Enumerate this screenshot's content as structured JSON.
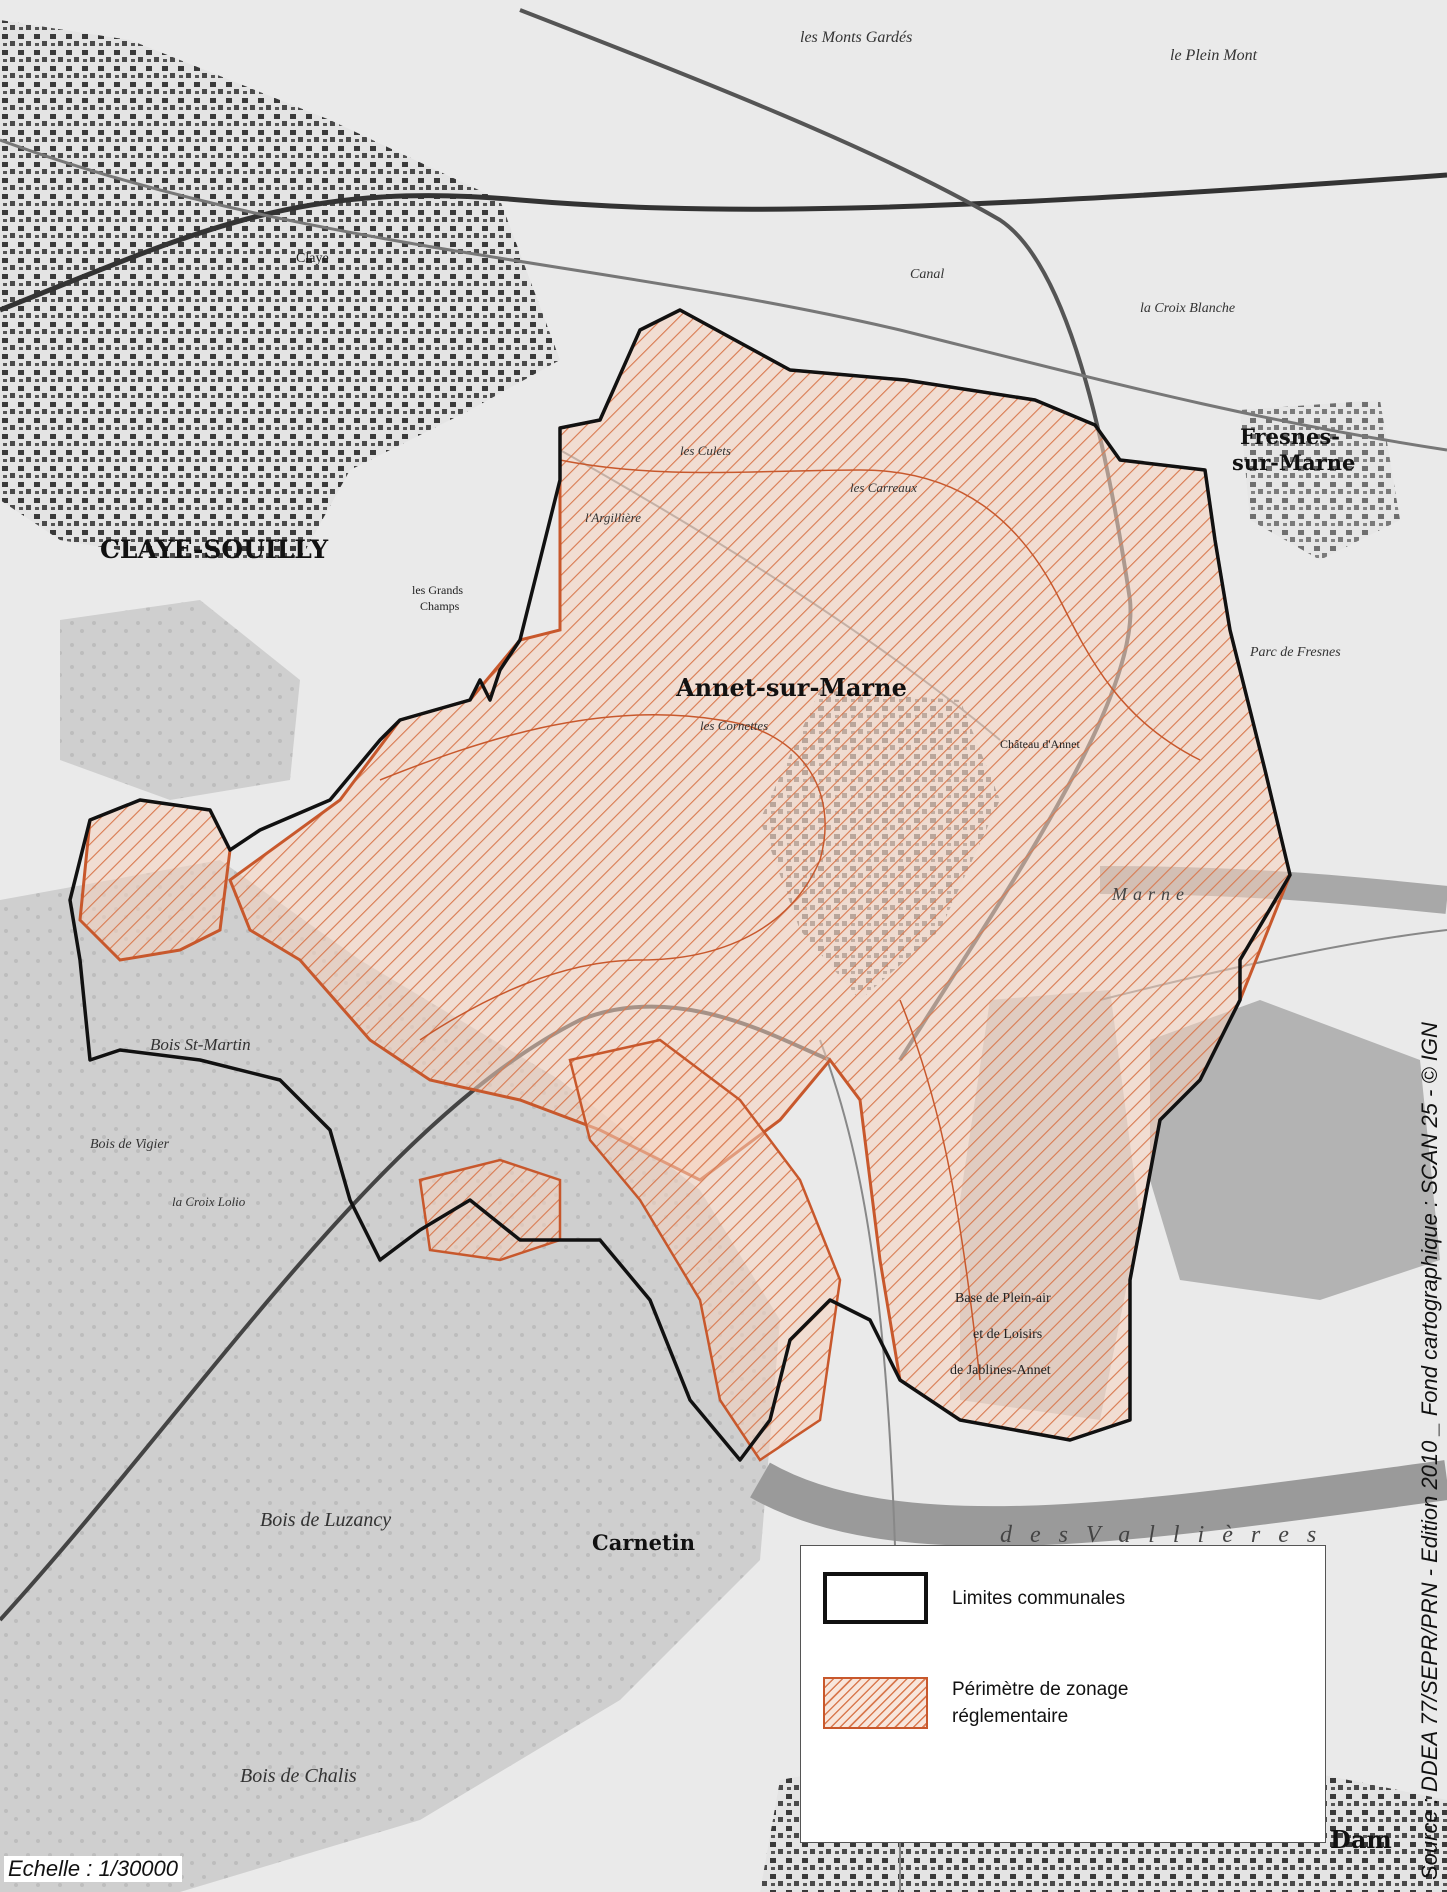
{
  "map": {
    "places": {
      "claye_souilly": "CLAYE-SOUILLY",
      "annet_sur_marne": "Annet-sur-Marne",
      "fresnes_1": "Fresnes-",
      "fresnes_2": "sur-Marne",
      "carnetin": "Carnetin",
      "claye": "Claye",
      "dam": "Dam"
    },
    "localities": {
      "monts_gardes": "les Monts Gardés",
      "plein_mont": "le Plein Mont",
      "croix_blanche": "la Croix Blanche",
      "coulets": "les Culets",
      "carreaux": "les Carreaux",
      "argilliere": "l'Argillière",
      "grands_champs_1": "les Grands",
      "grands_champs_2": "Champs",
      "cornettes": "les Cornettes",
      "parc_fresnes": "Parc de Fresnes",
      "bois_st_martin": "Bois St-Martin",
      "bois_vigier": "Bois de Vigier",
      "croix_lolio": "la Croix Lolio",
      "bois_luzancy": "Bois de Luzancy",
      "bois_chalis": "Bois de Chalis",
      "chateau_annet": "Château d'Annet",
      "base_1": "Base de Plein-air",
      "base_2": "et de Loisirs",
      "base_3": "de Jablines-Annet",
      "marne": "Marne",
      "canal": "Canal",
      "vallieres": "d e s   V a l l i è r e s"
    }
  },
  "legend": {
    "items": [
      {
        "label": "Limites communales"
      },
      {
        "label": "Périmètre de zonage réglementaire"
      }
    ]
  },
  "scale": "Echelle : 1/30000",
  "source": "Source : DDEA 77/SEPR/PRN - Edition 2010  _  Fond cartographique : SCAN 25 - © IGN",
  "colors": {
    "zone_stroke": "#c8582c",
    "zone_hatch": "#d97a50",
    "boundary": "#111111"
  }
}
